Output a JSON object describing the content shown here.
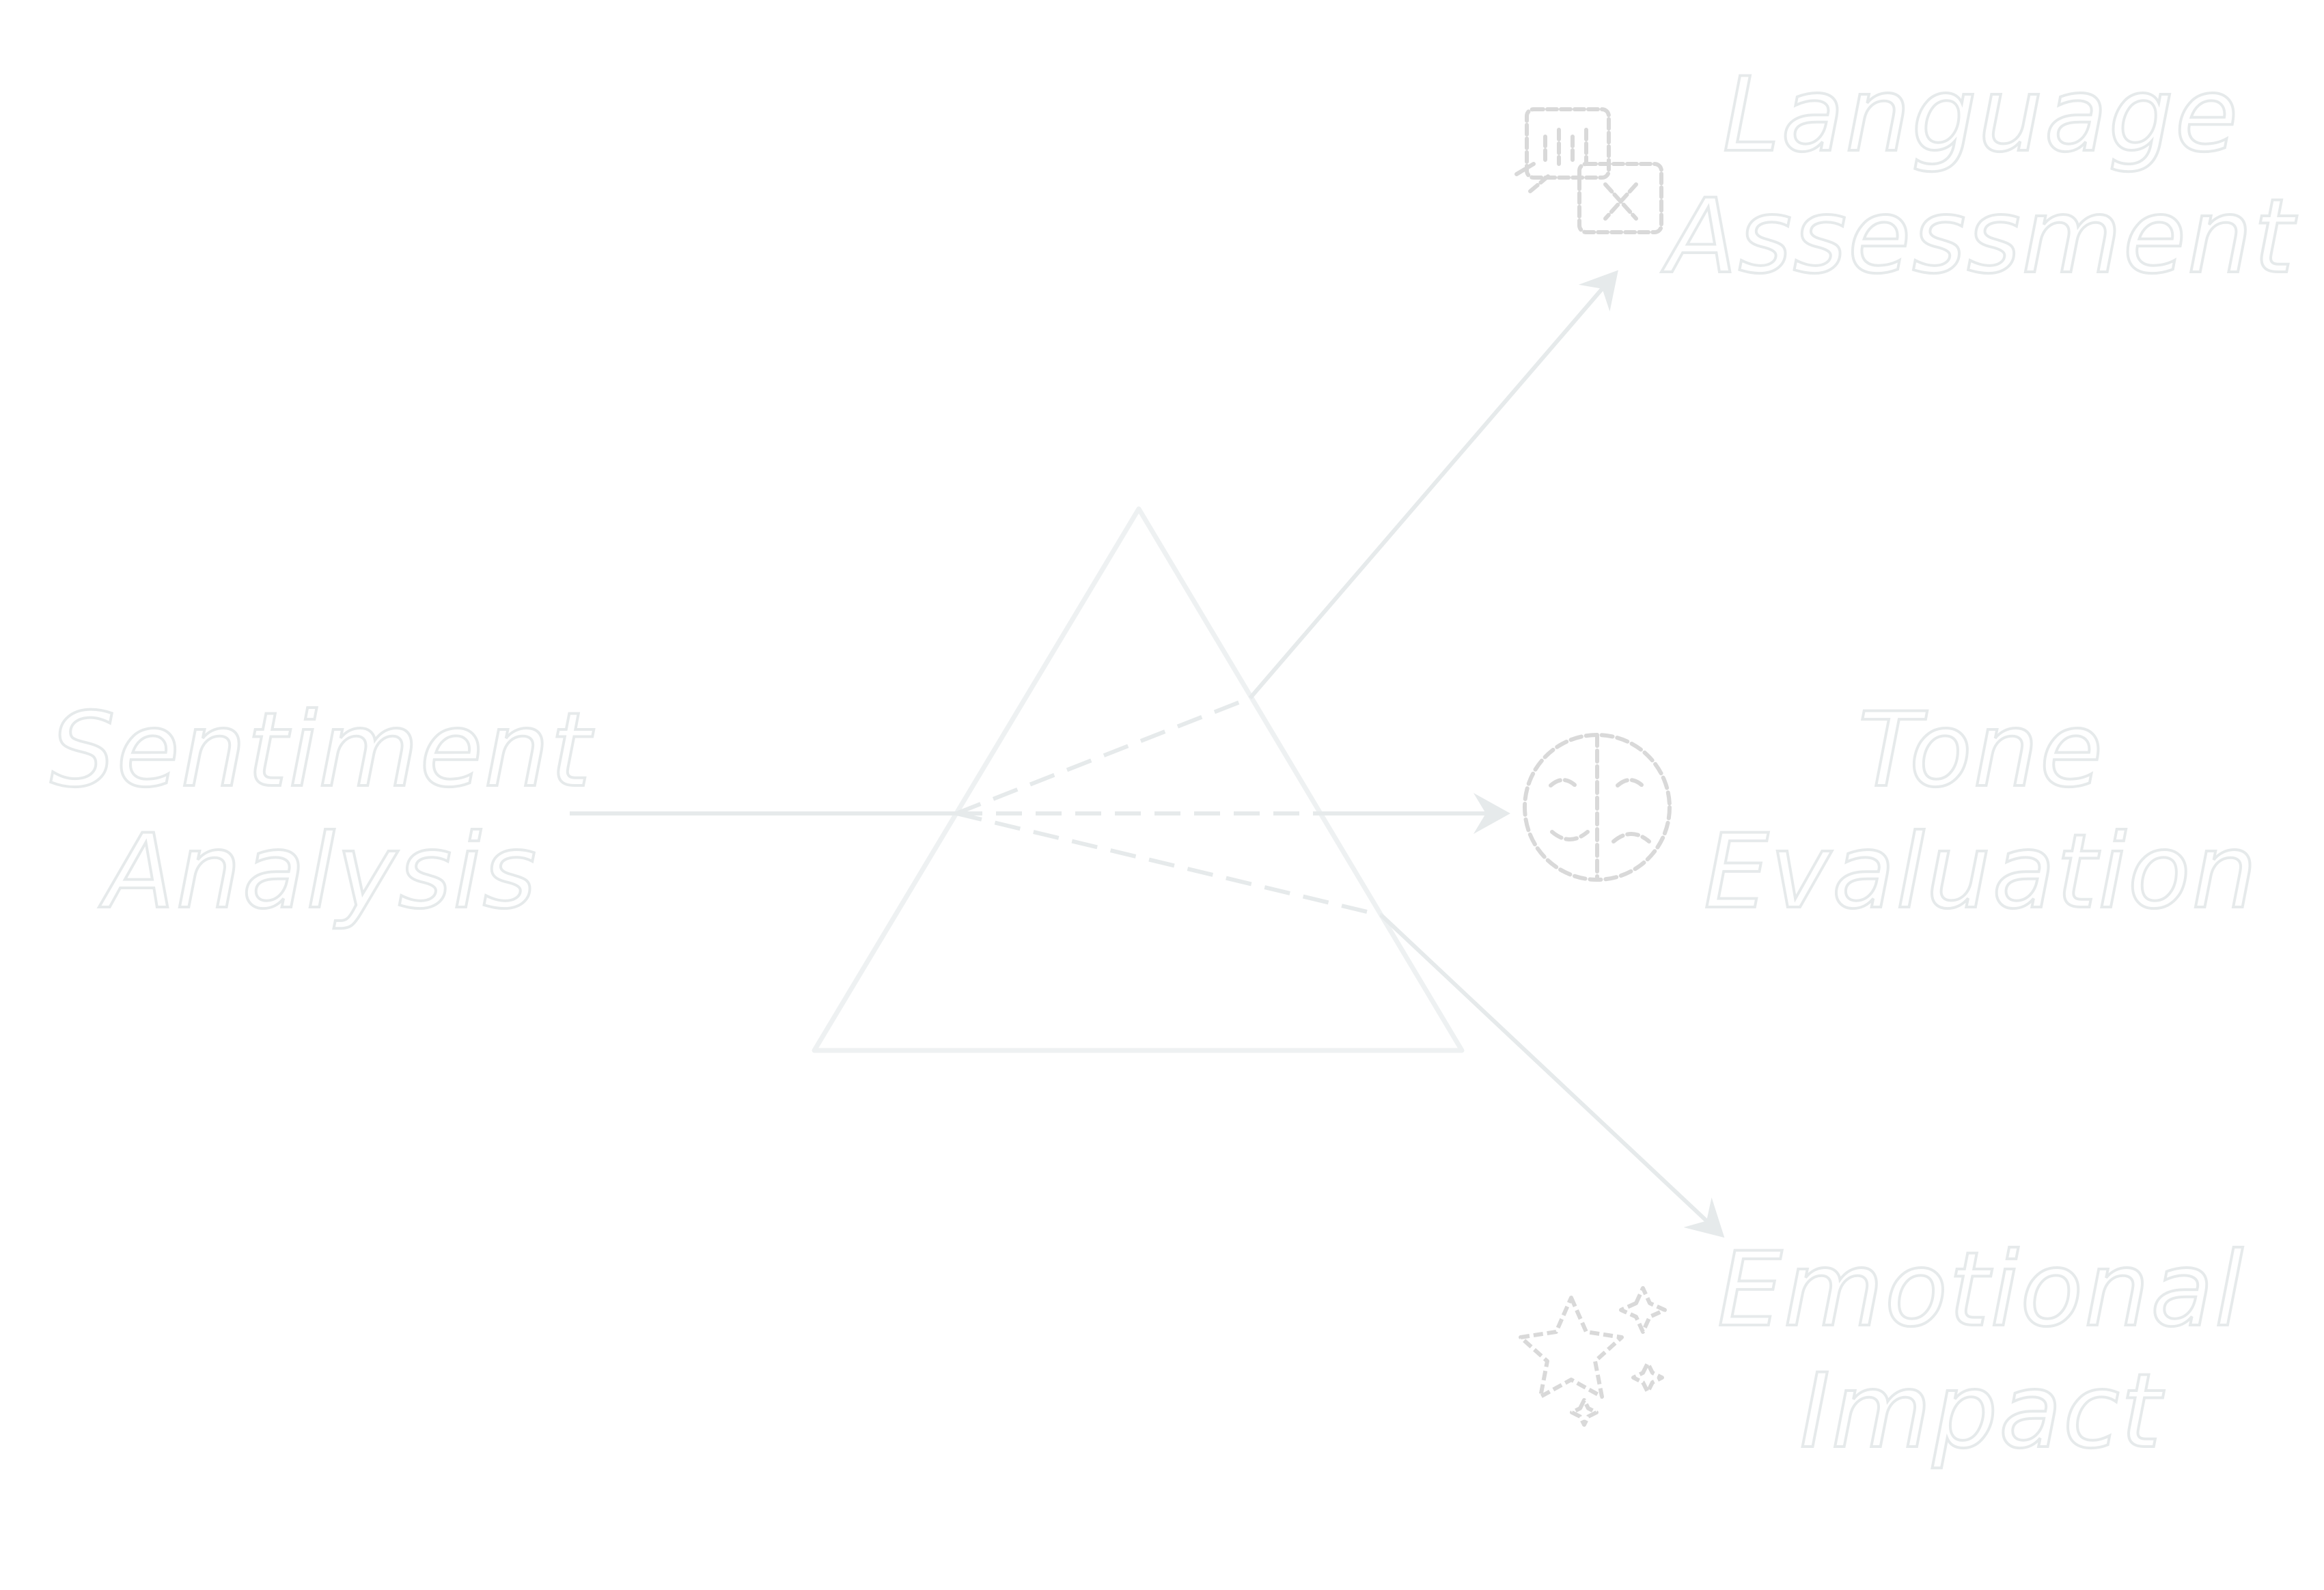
{
  "source": {
    "line1": "Sentiment",
    "line2": "Analysis"
  },
  "outputs": [
    {
      "line1": "Language",
      "line2": "Assessment",
      "icon": "language-translate-icon"
    },
    {
      "line1": "Tone",
      "line2": "Evaluation",
      "icon": "theater-mask-icon"
    },
    {
      "line1": "Emotional",
      "line2": "Impact",
      "icon": "sparkle-stars-icon"
    }
  ],
  "colors": {
    "stroke": "#e6eaeb",
    "icon": "#dcdcdc",
    "background": "#ffffff"
  }
}
